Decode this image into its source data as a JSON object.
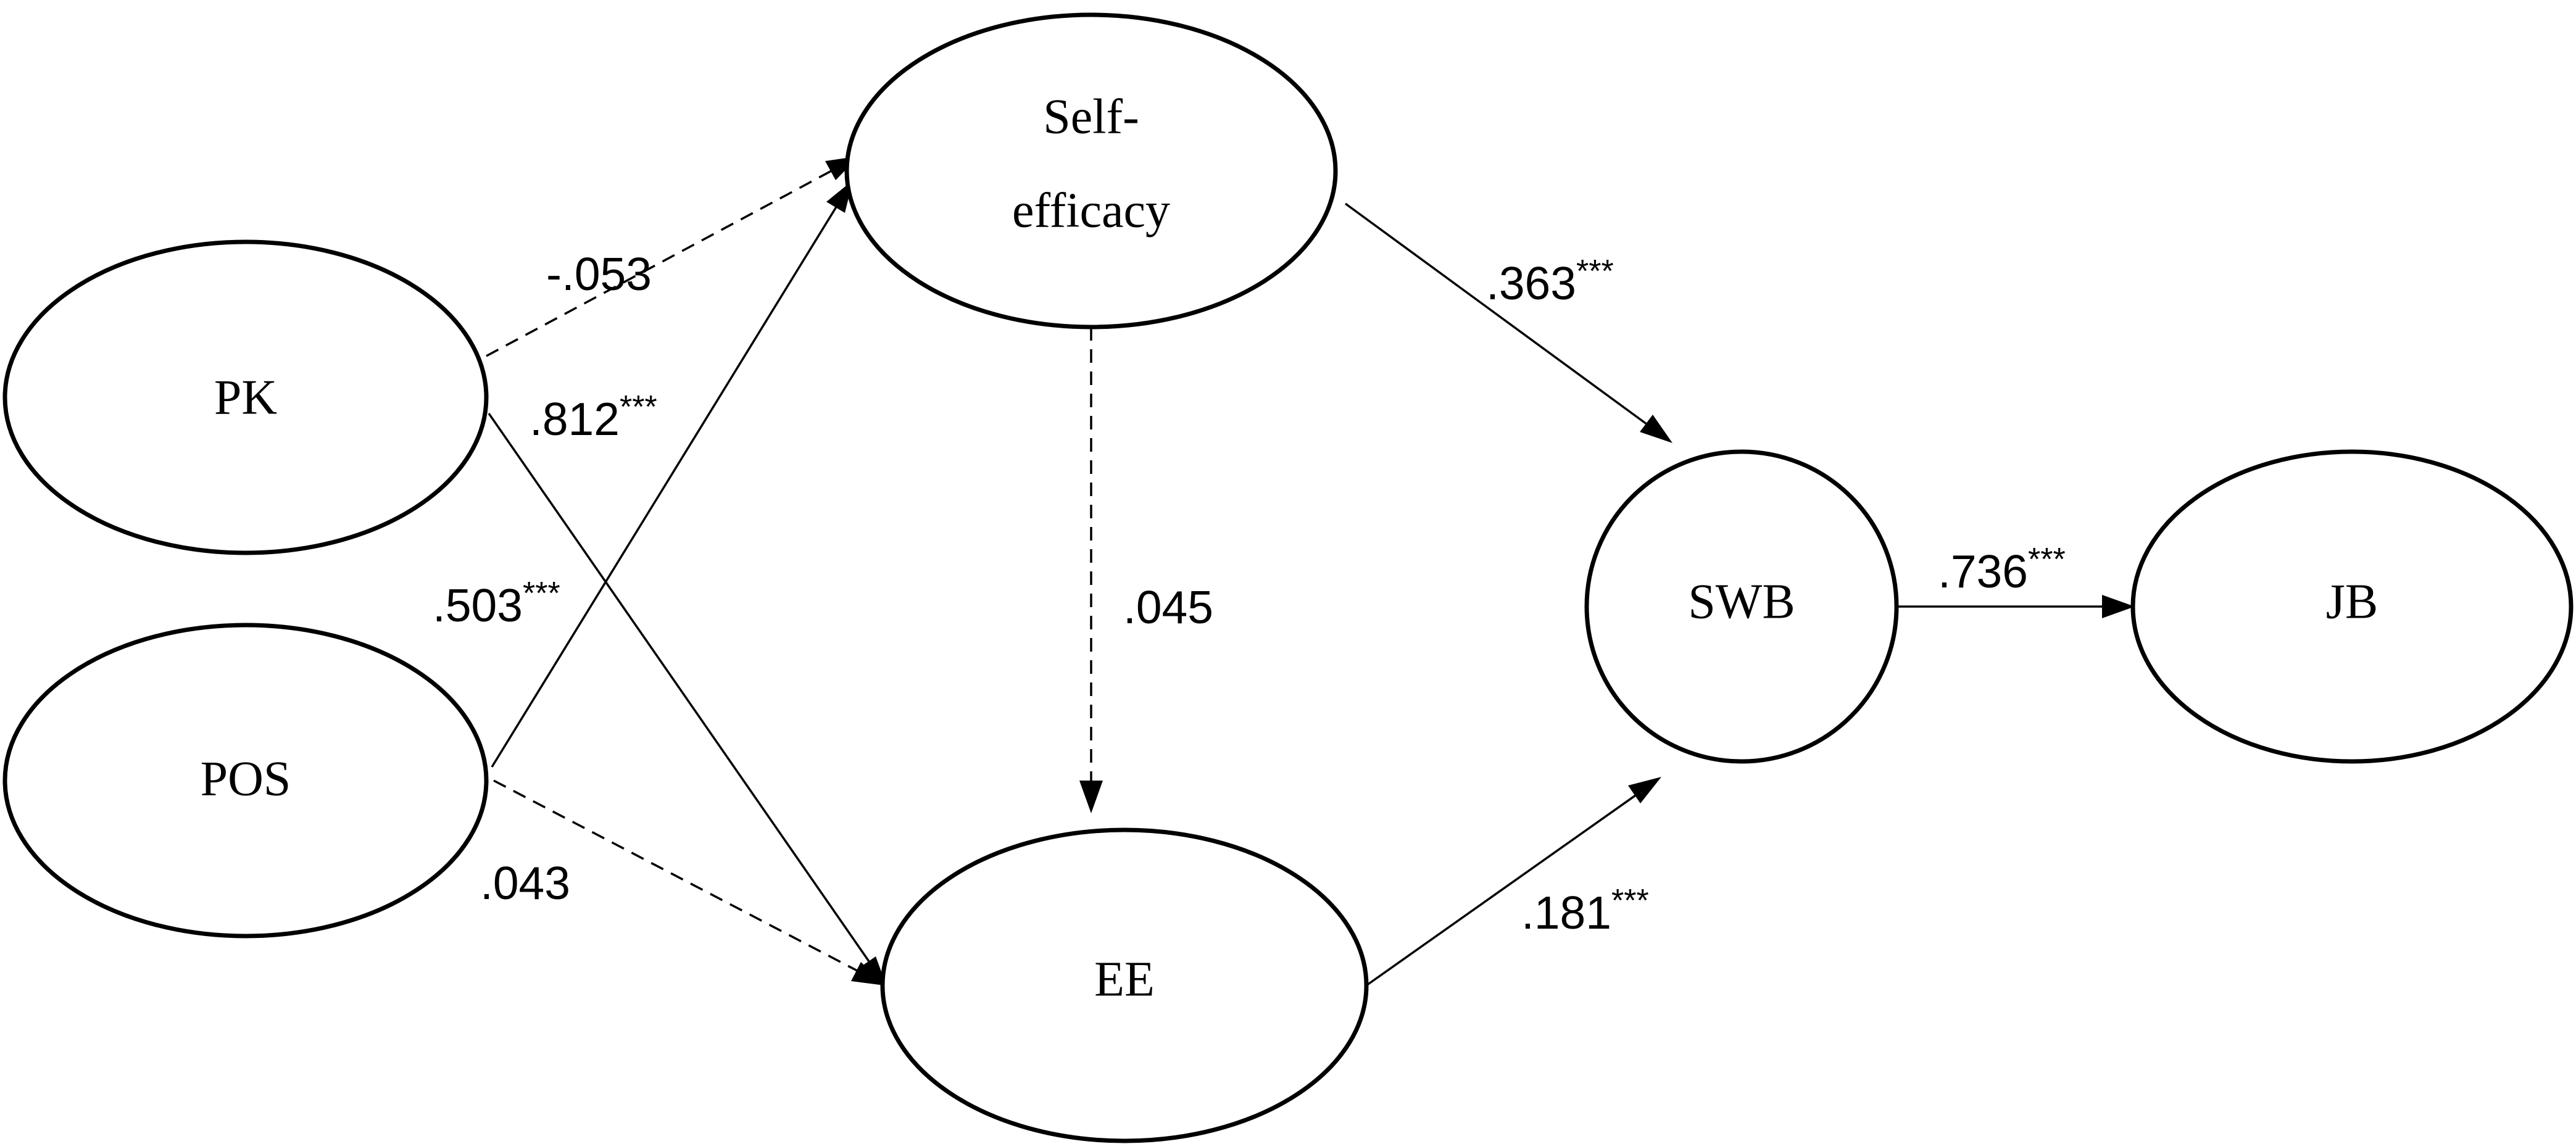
{
  "diagram": {
    "nodes": {
      "self_efficacy": {
        "line1": "Self-",
        "line2": "efficacy"
      },
      "pk": {
        "label": "PK"
      },
      "pos": {
        "label": "POS"
      },
      "ee": {
        "label": "EE"
      },
      "swb": {
        "label": "SWB"
      },
      "jb": {
        "label": "JB"
      }
    },
    "paths": {
      "pk_self_efficacy": {
        "coef": "-.053",
        "sig": "",
        "style": "dashed"
      },
      "pk_ee": {
        "coef": ".812",
        "sig": "***",
        "style": "solid"
      },
      "pos_self_efficacy": {
        "coef": ".503",
        "sig": "***",
        "style": "solid"
      },
      "pos_ee": {
        "coef": ".043",
        "sig": "",
        "style": "dashed"
      },
      "self_efficacy_ee": {
        "coef": ".045",
        "sig": "",
        "style": "dashed"
      },
      "self_efficacy_swb": {
        "coef": ".363",
        "sig": "***",
        "style": "solid"
      },
      "ee_swb": {
        "coef": ".181",
        "sig": "***",
        "style": "solid"
      },
      "swb_jb": {
        "coef": ".736",
        "sig": "***",
        "style": "solid"
      }
    }
  }
}
